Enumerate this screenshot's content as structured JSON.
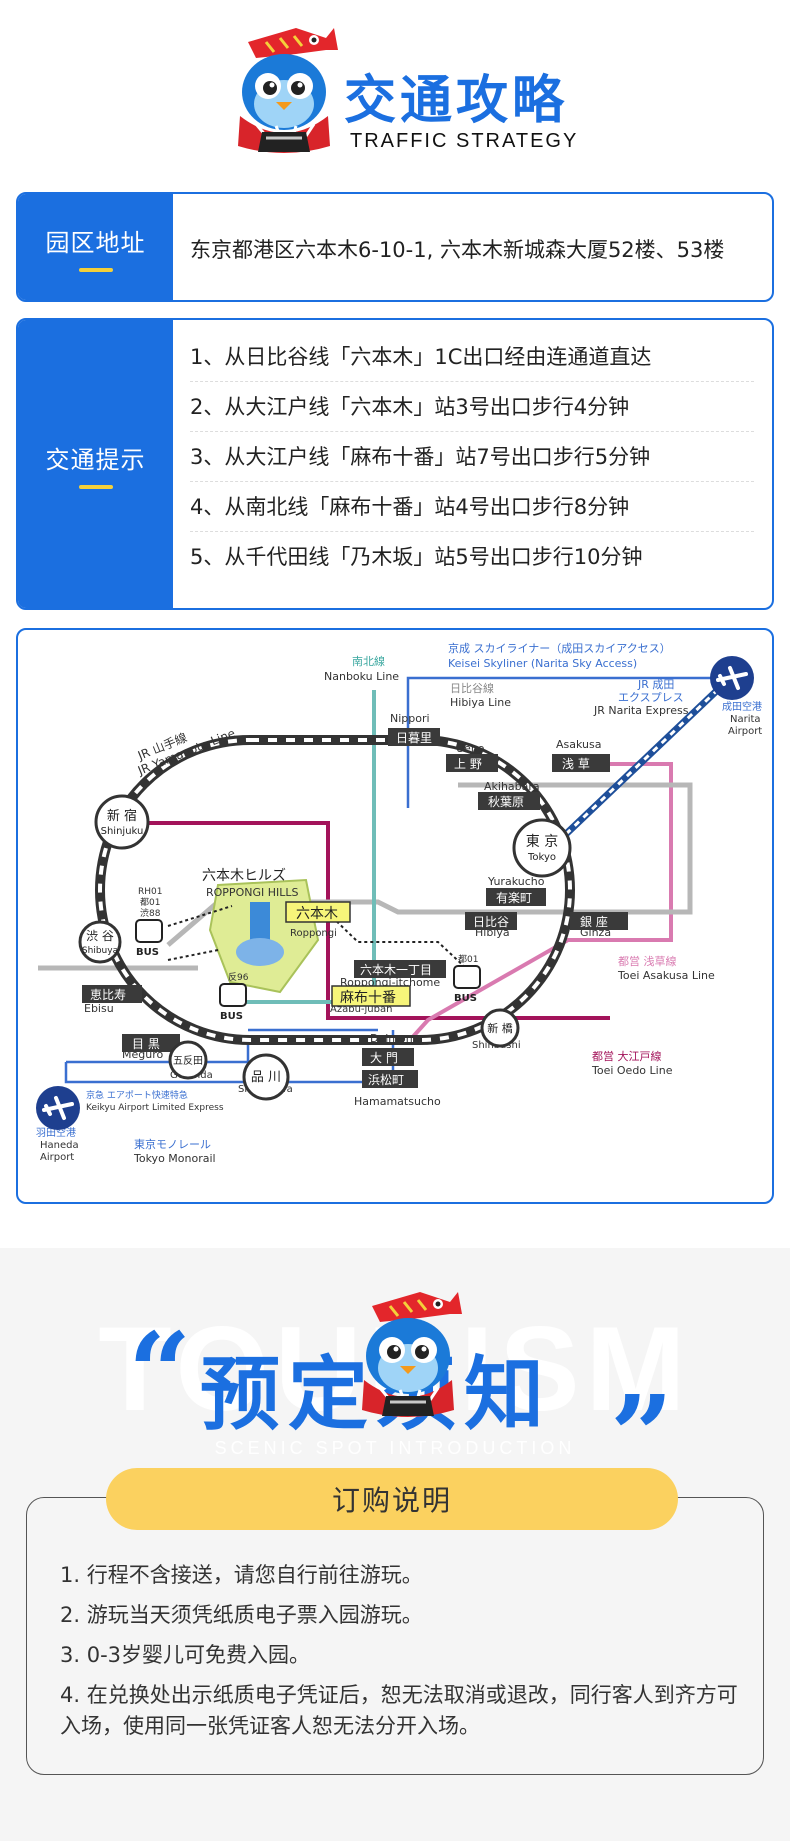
{
  "header": {
    "title": "交通攻略",
    "subtitle": "TRAFFIC STRATEGY"
  },
  "address": {
    "label": "园区地址",
    "text": "东京都港区六本木6-10-1, 六本木新城森大厦52楼、53楼"
  },
  "transit": {
    "label": "交通提示",
    "items": [
      "1、从日比谷线「六本木」1C出口经由连通道直达",
      "2、从大江户线「六本木」站3号出口步行4分钟",
      "3、从大江户线「麻布十番」站7号出口步行5分钟",
      "4、从南北线「麻布十番」站4号出口步行8分钟",
      "5、从千代田线「乃木坂」站5号出口步行10分钟"
    ]
  },
  "map": {
    "nanboku": [
      "南北線",
      "Nanboku Line"
    ],
    "keisei": [
      "京成 スカイライナー（成田スカイアクセス）",
      "Keisei Skyliner (Narita Sky Access)"
    ],
    "hibiya_line": [
      "日比谷線",
      "Hibiya Line"
    ],
    "jr_narita": [
      "JR 成田",
      "エクスプレス",
      "JR Narita Express"
    ],
    "narita": [
      "成田空港",
      "Narita",
      "Airport"
    ],
    "yamanote": [
      "JR 山手線",
      "JR Yamanote Line"
    ],
    "nippori": [
      "Nippori",
      "日暮里"
    ],
    "ueno": [
      "Ueno",
      "上  野"
    ],
    "asakusa": [
      "Asakusa",
      "浅  草"
    ],
    "akihabara": [
      "Akihabara",
      "秋葉原"
    ],
    "tokyo": [
      "東 京",
      "Tokyo"
    ],
    "shinjuku": [
      "新 宿",
      "Shinjuku"
    ],
    "yurakucho": [
      "Yurakucho",
      "有楽町"
    ],
    "hibiya": [
      "日比谷",
      "Hibiya"
    ],
    "ginza": [
      "銀  座",
      "Ginza"
    ],
    "roppongi_hills": [
      "六本木ヒルズ",
      "ROPPONGI HILLS"
    ],
    "roppongi": [
      "六本木",
      "Roppongi"
    ],
    "shibuya": [
      "渋 谷",
      "Shibuya"
    ],
    "bus_left": [
      "RH01",
      "都01",
      "渋88"
    ],
    "bus_label": "BUS",
    "bus_mid": "反96",
    "bus_right": "都01",
    "itchome": [
      "六本木一丁目",
      "Roppongi-itchome"
    ],
    "asakusa_line": [
      "都営 浅草線",
      "Toei Asakusa Line"
    ],
    "ebisu": [
      "恵比寿",
      "Ebisu"
    ],
    "azabu": [
      "麻布十番",
      "Azabu-juban"
    ],
    "shinbashi": [
      "新 橋",
      "Shinbashi"
    ],
    "meguro": [
      "目  黒",
      "Meguro"
    ],
    "gotanda": [
      "五反田",
      "Gotanda"
    ],
    "shinagawa": [
      "品 川",
      "Shinagawa"
    ],
    "daimon": [
      "Daimon",
      "大  門"
    ],
    "hamamatsucho": [
      "浜松町",
      "Hamamatsucho"
    ],
    "oedo": [
      "都営 大江戸線",
      "Toei Oedo Line"
    ],
    "keikyu": [
      "京急 エアポート快速特急",
      "Keikyu Airport Limited Express"
    ],
    "haneda": [
      "羽田空港",
      "Haneda",
      "Airport"
    ],
    "monorail": [
      "東京モノレール",
      "Tokyo Monorail"
    ]
  },
  "booking": {
    "watermark": "TOURISM",
    "watermark_sub": "SCENIC SPOT INTRODUCTION",
    "open_quote": "“",
    "close_quote": "„",
    "title": "预定须知",
    "pill": "订购说明",
    "notes": [
      "1. 行程不含接送，请您自行前往游玩。",
      "2. 游玩当天须凭纸质电子票入园游玩。",
      "3. 0-3岁婴儿可免费入园。",
      "4. 在兑换处出示纸质电子凭证后，恕无法取消或退改，同行客人到齐方可入场，使用同一张凭证客人恕无法分开入场。"
    ]
  },
  "colors": {
    "accent": "#1b6fe0",
    "pill": "#fbd15f",
    "oedo": "#a3135a",
    "asakusa": "#d97ab0",
    "nanboku": "#6fbdb8",
    "hibiya": "#b7b7b7",
    "jr_narita": "#1e4f9a"
  }
}
